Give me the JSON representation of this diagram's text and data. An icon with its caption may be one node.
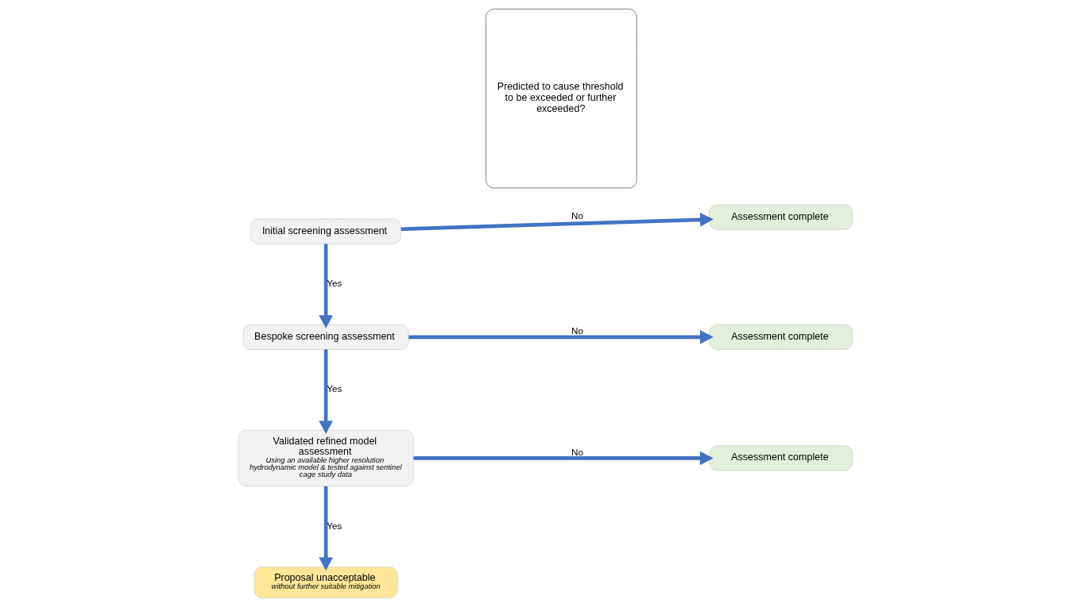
{
  "diagram": {
    "nodes": [
      {
        "text": [
          "Initial screening assessment"
        ]
      },
      {
        "text": [
          "Bespoke screening assessment"
        ]
      },
      {
        "text": [
          "Validated refined model assessment",
          "Using an available higher resolution hydrodynamic model & tested against sentinel cage study data"
        ]
      },
      {
        "text": [
          "Proposal unacceptable",
          "without further suitable mitigation"
        ]
      },
      {
        "text": [
          "Predicted to cause threshold to be exceeded or further exceeded?"
        ]
      },
      {
        "text": [
          "Assessment complete"
        ]
      },
      {
        "text": [
          "Assessment complete"
        ]
      },
      {
        "text": [
          "Assessment complete"
        ]
      }
    ],
    "edges": [
      {
        "from": 0,
        "to": 5,
        "arrow": "to",
        "label": "No"
      },
      {
        "from": 0,
        "to": 1,
        "arrow": "to",
        "label": "Yes"
      },
      {
        "from": 1,
        "to": 6,
        "arrow": "to",
        "label": "No"
      },
      {
        "from": 1,
        "to": 2,
        "arrow": "to",
        "label": "Yes"
      },
      {
        "from": 2,
        "to": 7,
        "arrow": "to",
        "label": "No"
      },
      {
        "from": 2,
        "to": 3,
        "arrow": "to",
        "label": "Yes"
      }
    ]
  }
}
